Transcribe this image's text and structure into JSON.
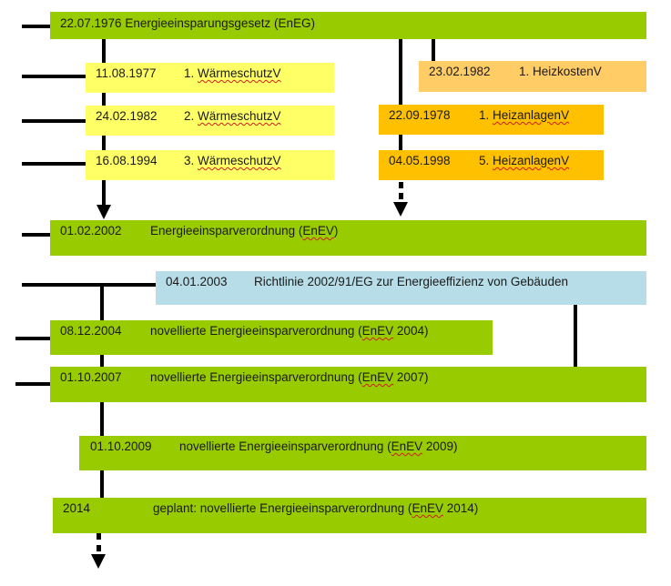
{
  "diagram": {
    "title": "Timeline of German energy-saving legislation",
    "colors": {
      "law_green": "#99cc00",
      "waermeschutz_yellow": "#ffff66",
      "heizkosten_light_orange": "#ffcc66",
      "heizanlagen_orange": "#ffc000",
      "eu_directive_blue": "#b7dde8",
      "connector": "#000000"
    },
    "nodes": [
      {
        "id": "eneg",
        "date": "22.07.1976",
        "title": "Energieeinsparungsgesetz (EnEG)"
      },
      {
        "id": "wschv1",
        "date": "11.08.1977",
        "title_pre": "1. ",
        "title_word": "WärmeschutzV"
      },
      {
        "id": "wschv2",
        "date": "24.02.1982",
        "title_pre": "2. ",
        "title_word": "WärmeschutzV"
      },
      {
        "id": "wschv3",
        "date": "16.08.1994",
        "title_pre": "3. ",
        "title_word": "WärmeschutzV"
      },
      {
        "id": "heizkostenv",
        "date": "23.02.1982",
        "title": "1. HeizkostenV"
      },
      {
        "id": "heizanlv1",
        "date": "22.09.1978",
        "title_pre": "1. ",
        "title_word": "HeizanlagenV"
      },
      {
        "id": "heizanlv5",
        "date": "04.05.1998",
        "title_pre": "5. ",
        "title_word": "HeizanlagenV"
      },
      {
        "id": "enev2002",
        "date": "01.02.2002",
        "title_pre": "Energieeinsparverordnung (",
        "title_word": "EnEV",
        "title_post": ")"
      },
      {
        "id": "eu_directive",
        "date": "04.01.2003",
        "title": "Richtlinie 2002/91/EG zur Energieeffizienz von Gebäuden"
      },
      {
        "id": "enev2004",
        "date": "08.12.2004",
        "title_pre": "novellierte Energieeinsparverordnung (",
        "title_word": "EnEV",
        "title_post": " 2004)"
      },
      {
        "id": "enev2007",
        "date": "01.10.2007",
        "title_pre": "novellierte Energieeinsparverordnung (",
        "title_word": "EnEV",
        "title_post": " 2007)"
      },
      {
        "id": "enev2009",
        "date": "01.10.2009",
        "title_pre": "novellierte Energieeinsparverordnung (",
        "title_word": "EnEV",
        "title_post": " 2009)"
      },
      {
        "id": "enev2014",
        "date": "2014",
        "title_pre": "geplant: novellierte Energieeinsparverordnung (",
        "title_word": "EnEV",
        "title_post": " 2014)"
      }
    ]
  }
}
